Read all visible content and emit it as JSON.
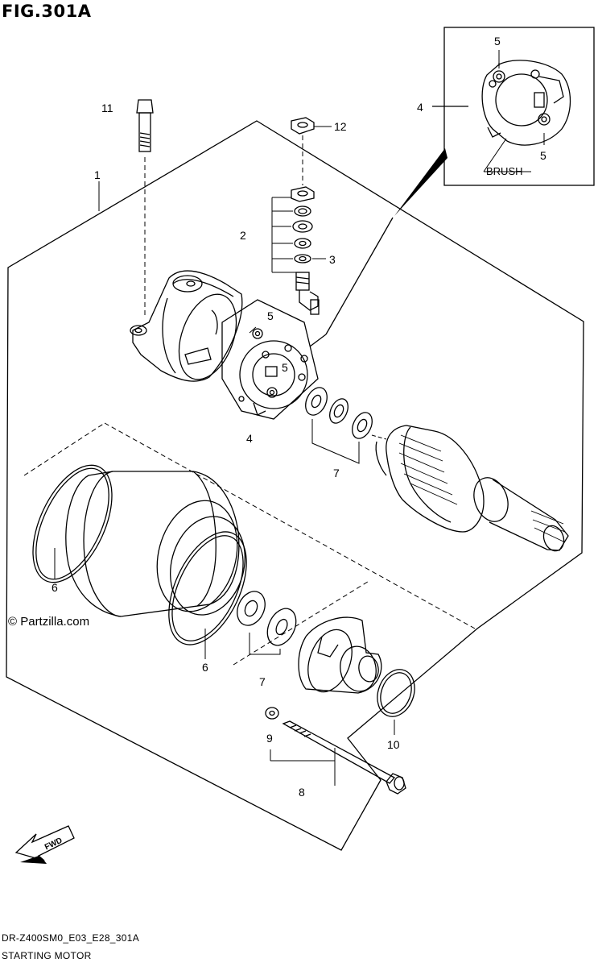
{
  "figure": {
    "title": "FIG.301A",
    "watermark": "© Partzilla.com",
    "drawing_code": "DR-Z400SM0_E03_E28_301A",
    "name": "STARTING MOTOR",
    "fwd_label": "FWD"
  },
  "inset": {
    "brush_label": "BRUSH"
  },
  "callouts": {
    "c11": "11",
    "c1": "1",
    "c12": "12",
    "c2": "2",
    "c3": "3",
    "c4_top": "4",
    "c5_inset_top": "5",
    "c5_inset_bottom": "5",
    "c5_plate_top": "5",
    "c5_plate_center": "5",
    "c4_plate": "4",
    "c7_upper": "7",
    "c6_left": "6",
    "c6_center": "6",
    "c7_lower": "7",
    "c9": "9",
    "c10": "10",
    "c8": "8"
  }
}
